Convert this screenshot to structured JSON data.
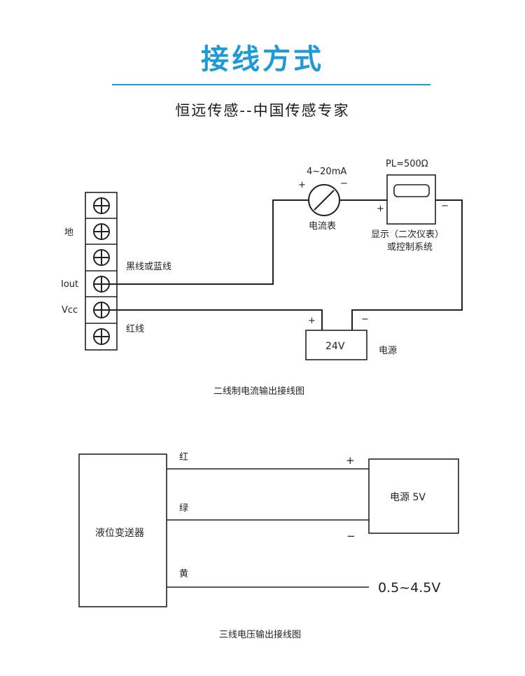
{
  "header": {
    "title": "接线方式",
    "subtitle": "恒远传感--中国传感专家",
    "accent_color": "#1f9ad6"
  },
  "diagram1": {
    "terminal_labels": {
      "ground": "地",
      "iout": "Iout",
      "vcc": "Vcc"
    },
    "wire_black_blue": "黑线或蓝线",
    "wire_red": "红线",
    "ammeter": {
      "range": "4~20mA",
      "plus": "+",
      "minus": "−",
      "name": "电流表"
    },
    "display": {
      "resistance": "PL=500Ω",
      "plus": "+",
      "minus": "−",
      "name_line1": "显示（二次仪表）",
      "name_line2": "或控制系统"
    },
    "supply": {
      "voltage": "24V",
      "plus": "+",
      "minus": "−",
      "name": "电源"
    },
    "caption": "二线制电流输出接线图"
  },
  "diagram2": {
    "transmitter": "液位变送器",
    "wire_red": "红",
    "wire_green": "绿",
    "wire_yellow": "黄",
    "supply_name": "电源 5V",
    "plus": "+",
    "minus": "−",
    "output_range": "0.5~4.5V",
    "caption": "三线电压输出接线图"
  }
}
